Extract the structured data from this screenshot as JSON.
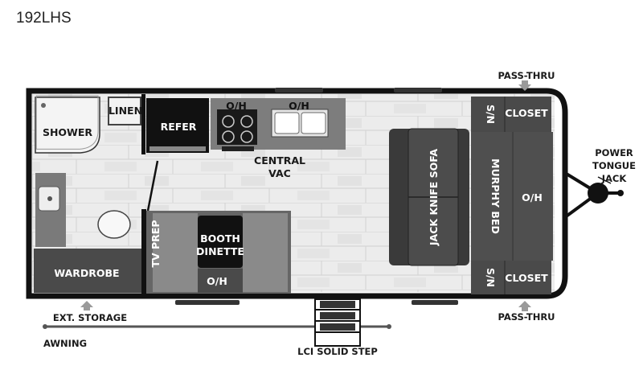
{
  "model": "192LHS",
  "labels": {
    "shower": "SHOWER",
    "linen": "LINEN",
    "refer": "REFER",
    "oh_stove": "O/H",
    "oh_sink": "O/H",
    "central_vac_1": "CENTRAL",
    "central_vac_2": "VAC",
    "jack_knife_sofa": "JACK KNIFE SOFA",
    "murphy_bed": "MURPHY BED",
    "oh_front": "O/H",
    "sn_top": "S/N",
    "sn_bottom": "S/N",
    "closet_top": "CLOSET",
    "closet_bottom": "CLOSET",
    "pass_thru_top": "PASS-THRU",
    "pass_thru_bottom": "PASS-THRU",
    "power_tongue_jack_1": "POWER",
    "power_tongue_jack_2": "TONGUE",
    "power_tongue_jack_3": "JACK",
    "wardrobe": "WARDROBE",
    "tv_prep": "TV PREP",
    "booth_dinette_1": "BOOTH",
    "booth_dinette_2": "DINETTE",
    "oh_dinette": "O/H",
    "ext_storage": "EXT. STORAGE",
    "awning": "AWNING",
    "lci_solid_step": "LCI SOLID STEP"
  },
  "colors": {
    "floor": "#ececec",
    "plank_line": "#c9c9c9",
    "wall": "#111111",
    "dark_gray": "#4d4d4d",
    "mid_gray": "#8a8a8a",
    "arrow": "#9a9a9a"
  }
}
